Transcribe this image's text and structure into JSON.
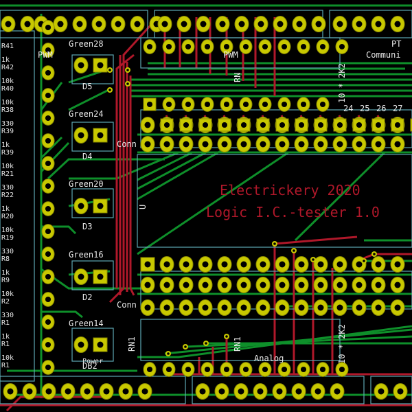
{
  "board": {
    "title_line1": "Electrickery 2020",
    "title_line2": "Logic I.C.-tester 1.0",
    "labels": {
      "pwm": "PWM",
      "communication": "Communi",
      "analog": "Analog",
      "conn_top": "Conn",
      "conn_bottom": "Conn",
      "rn_top_value": "10 * 2K2",
      "rn_bottom_value": "10 * 2K2",
      "rn_top_ref": "RN",
      "rn_bottom_ref": "RN1",
      "rn_left_ref": "RN1",
      "u_ref": "U",
      "pt_label": "PT"
    },
    "leds": [
      {
        "ref": "D5",
        "value": "Green28"
      },
      {
        "ref": "D4",
        "value": "Green24"
      },
      {
        "ref": "D3",
        "value": "Green20"
      },
      {
        "ref": "D2",
        "value": "Green16"
      },
      {
        "ref": "DB2",
        "value": "Green14",
        "extra": "Power"
      }
    ],
    "resistors": [
      {
        "ref": "R41"
      },
      {
        "ref": "R42",
        "value": "1k"
      },
      {
        "ref": "R40",
        "value": "10k"
      },
      {
        "ref": "R38",
        "value": "10k"
      },
      {
        "ref": "R39",
        "value": "330"
      },
      {
        "ref": "R39",
        "value": "1k"
      },
      {
        "ref": "R21",
        "value": "10k"
      },
      {
        "ref": "R22",
        "value": "330"
      },
      {
        "ref": "R20",
        "value": "1k"
      },
      {
        "ref": "R19",
        "value": "10k"
      },
      {
        "ref": "R8",
        "value": "330"
      },
      {
        "ref": "R9",
        "value": "1k"
      },
      {
        "ref": "R2",
        "value": "10k"
      },
      {
        "ref": "R1",
        "value": "330"
      },
      {
        "ref": "R1",
        "value": "1k"
      },
      {
        "ref": "R1",
        "value": "10k"
      }
    ],
    "pin_numbers": [
      "24",
      "25",
      "26",
      "27"
    ]
  },
  "colors": {
    "background": "#000000",
    "copper_front": "#b0182a",
    "copper_back": "#0e8f2a",
    "pad": "#c8c800",
    "silkscreen": "#e8e8e8",
    "fab": "#5ea8b4"
  }
}
